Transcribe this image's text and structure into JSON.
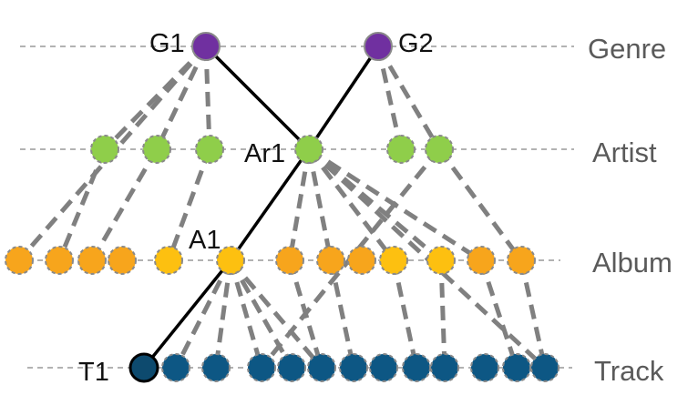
{
  "diagram": {
    "colors": {
      "genre": "#7030a0",
      "artist": "#8fce4a",
      "album_a": "#f7a51c",
      "album_b": "#fdc010",
      "track": "#0d5784",
      "track_selected": "#0d4a6e",
      "guide": "#999999",
      "dashed_edge": "#808080",
      "solid_edge": "#000000"
    },
    "levels": [
      {
        "id": "genre",
        "label": "Genre"
      },
      {
        "id": "artist",
        "label": "Artist"
      },
      {
        "id": "album",
        "label": "Album"
      },
      {
        "id": "track",
        "label": "Track"
      }
    ],
    "node_labels": {
      "g1": "G1",
      "g2": "G2",
      "ar1": "Ar1",
      "a1": "A1",
      "t1": "T1"
    },
    "nodes": {
      "genre": [
        "g1",
        "g2"
      ],
      "artist": [
        "ar_1",
        "ar_2",
        "ar_3",
        "ar1",
        "ar_5",
        "ar_6"
      ],
      "album": [
        "al_1",
        "al_2",
        "al_3",
        "al_4",
        "al_5",
        "a1",
        "al_7",
        "al_8",
        "al_9",
        "al_10",
        "al_11",
        "al_12",
        "al_13"
      ],
      "track": [
        "t1",
        "tr_2",
        "tr_3",
        "tr_4",
        "tr_5",
        "tr_6",
        "tr_7",
        "tr_8",
        "tr_9",
        "tr_10",
        "tr_11",
        "tr_12",
        "tr_13",
        "tr_14"
      ]
    },
    "selected_path": [
      "g1",
      "ar1",
      "g2",
      "ar1",
      "a1",
      "t1"
    ],
    "hierarchy_edges": [
      [
        "g1",
        "ar_1"
      ],
      [
        "g1",
        "ar_2"
      ],
      [
        "g1",
        "ar_3"
      ],
      [
        "g1",
        "al_1"
      ],
      [
        "g2",
        "ar_5"
      ],
      [
        "g2",
        "ar_6"
      ],
      [
        "ar_1",
        "al_2"
      ],
      [
        "ar_2",
        "al_3"
      ],
      [
        "ar_3",
        "al_5"
      ],
      [
        "ar1",
        "al_7"
      ],
      [
        "ar1",
        "al_8"
      ],
      [
        "ar1",
        "al_10"
      ],
      [
        "ar1",
        "al_11"
      ],
      [
        "ar1",
        "al_12"
      ],
      [
        "ar_6",
        "al_13"
      ],
      [
        "ar_6",
        "tr_4"
      ],
      [
        "a1",
        "tr_2"
      ],
      [
        "a1",
        "tr_3"
      ],
      [
        "a1",
        "tr_4"
      ],
      [
        "a1",
        "tr_5"
      ],
      [
        "a1",
        "tr_6"
      ],
      [
        "al_7",
        "tr_6"
      ],
      [
        "al_8",
        "tr_7"
      ],
      [
        "al_10",
        "tr_9"
      ],
      [
        "al_11",
        "tr_10"
      ],
      [
        "al_12",
        "tr_13"
      ],
      [
        "al_13",
        "tr_14"
      ],
      [
        "ar1",
        "tr_14"
      ]
    ]
  }
}
